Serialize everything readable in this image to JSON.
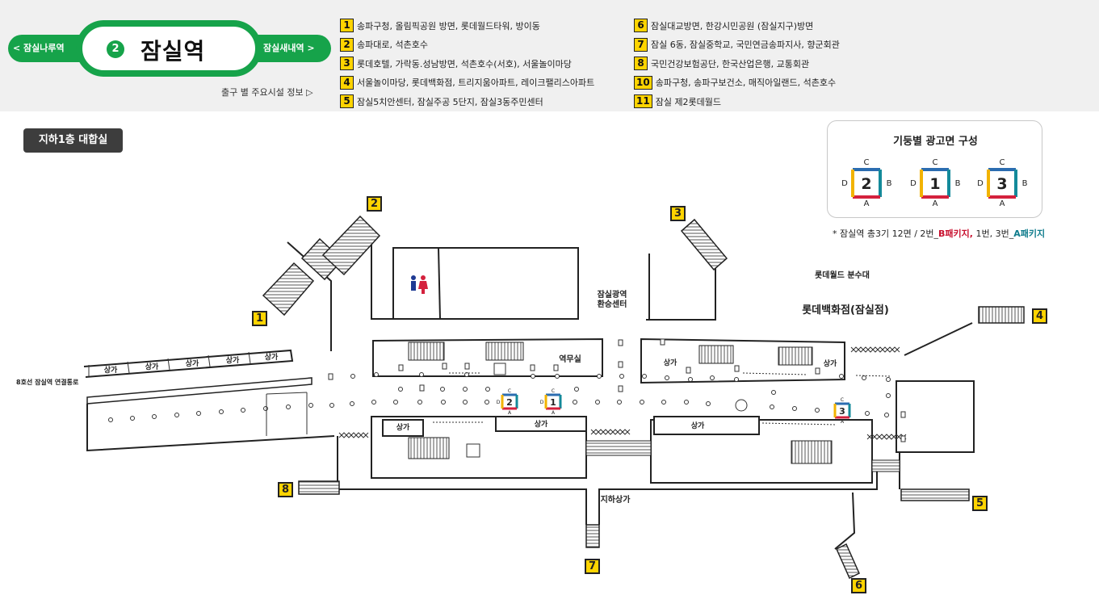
{
  "nav": {
    "prev_label": "< 잠실나루역",
    "next_label": "잠실새내역 >",
    "line_number": "2",
    "station_name": "잠실역",
    "facility_link": "출구 별 주요시설 정보 ▷"
  },
  "exits_left": [
    {
      "num": "1",
      "text": "송파구청, 올림픽공원 방면, 롯데월드타워, 방이동"
    },
    {
      "num": "2",
      "text": "송파대로, 석촌호수"
    },
    {
      "num": "3",
      "text": "롯데호텔, 가락동.성남방면, 석촌호수(서호), 서울놀이마당"
    },
    {
      "num": "4",
      "text": "서울놀이마당, 롯데백화점, 트리지움아파트, 레이크팰리스아파트"
    },
    {
      "num": "5",
      "text": "잠실5치안센터, 잠실주공 5단지, 잠실3동주민센터"
    }
  ],
  "exits_right": [
    {
      "num": "6",
      "text": "잠실대교방면, 한강시민공원 (잠실지구)방면"
    },
    {
      "num": "7",
      "text": "잠실 6동, 잠실중학교, 국민연금송파지사, 향군회관"
    },
    {
      "num": "8",
      "text": "국민건강보험공단, 한국산업은행, 교통회관"
    },
    {
      "num": "10",
      "text": "송파구청, 송파구보건소, 매직아일랜드, 석촌호수"
    },
    {
      "num": "11",
      "text": "잠실 제2롯데월드"
    }
  ],
  "floor_label": "지하1층 대합실",
  "legend": {
    "title": "기둥별 광고면 구성",
    "pillars": [
      {
        "num": "2",
        "top": "C",
        "left": "D",
        "right": "B",
        "bottom": "A"
      },
      {
        "num": "1",
        "top": "C",
        "left": "D",
        "right": "B",
        "bottom": "A"
      },
      {
        "num": "3",
        "top": "C",
        "left": "D",
        "right": "B",
        "bottom": "A"
      }
    ],
    "note_prefix": "* 잠실역 총3기 12면 / 2번_",
    "note_b": "B패키지,",
    "note_mid": " 1번, 3번_",
    "note_a": "A패키지"
  },
  "map": {
    "exit_markers": [
      "1",
      "2",
      "3",
      "4",
      "5",
      "6",
      "7",
      "8"
    ],
    "labels": {
      "transfer_center": "잠실광역",
      "transfer_center_2": "환승센터",
      "fountain": "롯데월드 분수대",
      "dept_store": "롯데백화점(잠실점)",
      "station_office": "역무실",
      "underground_mall": "지하상가",
      "line8_link": "8호선 잠실역 연결통로",
      "shop": "상가"
    },
    "pillar_markers": [
      {
        "num": "2",
        "top": "C",
        "left": "D",
        "bottom": "A"
      },
      {
        "num": "1",
        "top": "C",
        "left": "D",
        "bottom": "A"
      },
      {
        "num": "3",
        "top": "C",
        "bottom": "A"
      }
    ]
  },
  "colors": {
    "line2_green": "#16a34a",
    "exit_yellow": "#ffd400",
    "pillar_yellow": "#f2b300",
    "pillar_red": "#d4213d",
    "pillar_teal": "#138a9a",
    "pillar_blue": "#2b6cb0",
    "restroom_male": "#1f3a93",
    "restroom_female": "#d4213d"
  }
}
